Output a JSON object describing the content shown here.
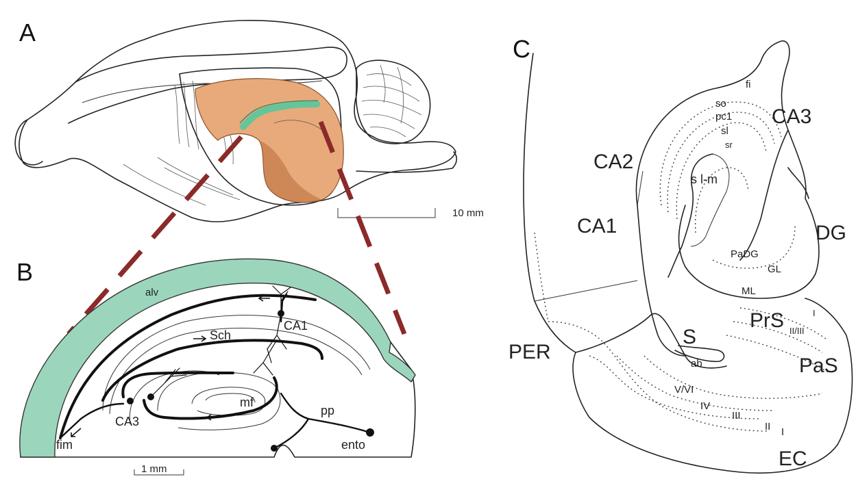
{
  "colors": {
    "hippocampus_fill": "#e8aa7a",
    "hippocampus_dark": "#b86a3a",
    "alveus_green": "#9bd6bc",
    "green_band": "#66c49a",
    "zoom_lines": "#8b2a2a",
    "outline": "#222222"
  },
  "panel_a": {
    "label": "A",
    "scale_bar": "10 mm"
  },
  "panel_b": {
    "label": "B",
    "labels": {
      "alv": "alv",
      "sch": "Sch",
      "ca1": "CA1",
      "ca3": "CA3",
      "mf": "mf",
      "pp": "pp",
      "fim": "fim",
      "ento": "ento"
    },
    "scale_bar": "1 mm"
  },
  "panel_c": {
    "label": "C",
    "regions": {
      "ca3": "CA3",
      "ca2": "CA2",
      "ca1": "CA1",
      "dg": "DG",
      "per": "PER",
      "s": "S",
      "prs": "PrS",
      "pas": "PaS",
      "ec": "EC"
    },
    "layers": {
      "fi": "fi",
      "so": "so",
      "pc1": "pc1",
      "sl": "sl",
      "sr": "sr",
      "slm": "s l-m",
      "padg": "PaDG",
      "gl": "GL",
      "ml": "ML",
      "ab": "ab",
      "prs_i": "I",
      "prs_iiiii": "II/III",
      "vvi": "V/VI",
      "iv": "IV",
      "iii": "III",
      "ii": "II",
      "i": "I"
    }
  }
}
